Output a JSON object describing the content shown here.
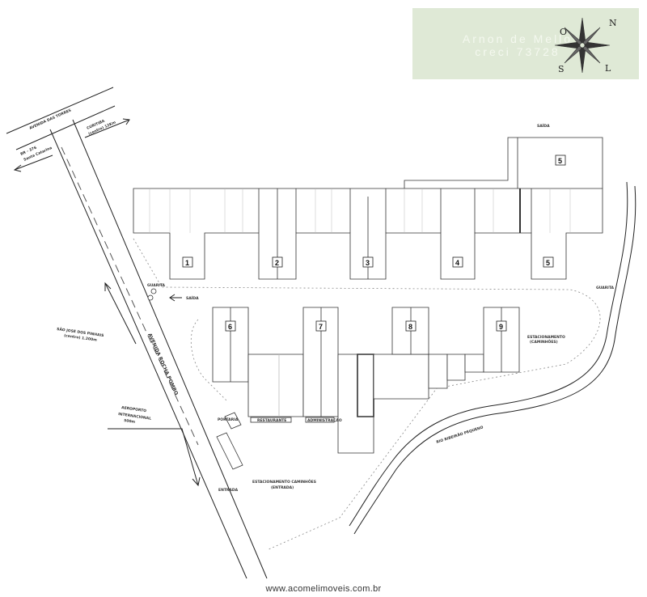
{
  "logo": {
    "name": "Arnon de Mello",
    "creci": "creci 73728"
  },
  "compass": {
    "n": "N",
    "o": "O",
    "s": "S",
    "l": "L"
  },
  "roads": {
    "avenida_torres": "AVENIDA DAS TORRES",
    "curitiba": "CURITIBA",
    "curitiba_dist": "(centro) 12Km",
    "br376": "BR - 376",
    "santa_catarina": "Santa Catarina",
    "sao_jose": "SÃO JOSÉ DOS PINHAIS",
    "sao_jose_dist": "(centro) 1.200m",
    "rocha_pombo": "AVENIDA ROCHA POMBO",
    "aeroporto": "AEROPORTO",
    "internacional": "INTERNACIONAL",
    "aeroporto_dist": "500m",
    "rio": "RIO RIBEIRÃO PEQUENO"
  },
  "labels": {
    "guarita_left": "GUARITA",
    "saida": "SAÍDA",
    "guarita_right": "GUARITA",
    "saida_top": "SAÍDA",
    "estacionamento_right": "ESTACIONAMENTO",
    "estacionamento_right_2": "(CAMINHÕES)",
    "restaurante": "RESTAURANTE",
    "administracao": "ADMINISTRAÇÃO",
    "portaria": "PORTARIA",
    "entrada": "ENTRADA",
    "estacionamento_center": "ESTACIONAMENTO CAMINHÕES",
    "estacionamento_center_2": "(ENTRADA)"
  },
  "warehouses": [
    "1",
    "2",
    "3",
    "4",
    "5",
    "5",
    "6",
    "7",
    "8",
    "9"
  ],
  "footer": "www.acomelimoveis.com.br"
}
